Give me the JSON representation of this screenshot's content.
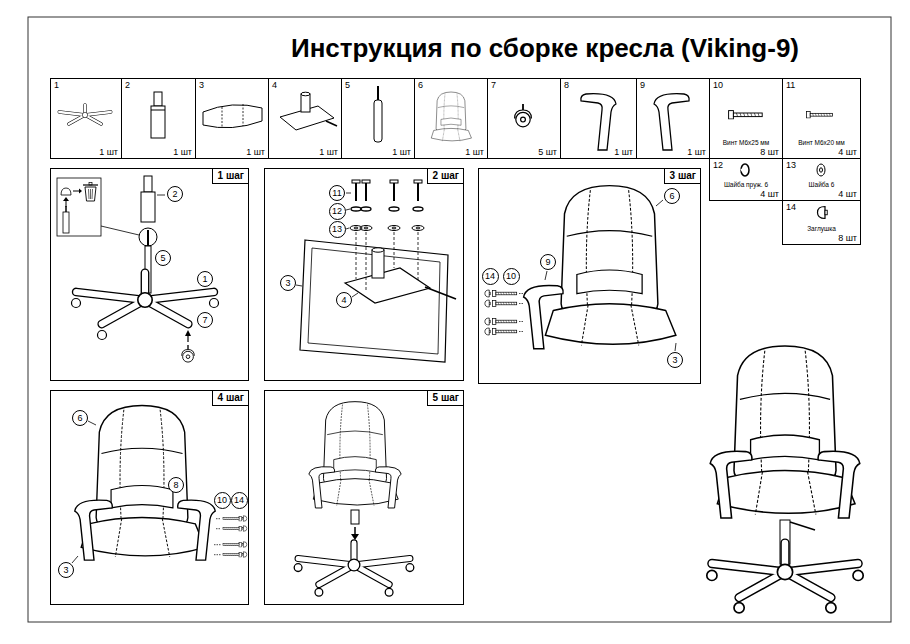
{
  "diagram": {
    "title": "Инструкция по сборке кресла (Viking-9)",
    "nodes": [
      {
        "text": [
          "1",
          "1 шт"
        ]
      },
      {
        "text": [
          "2",
          "1 шт"
        ]
      },
      {
        "text": [
          "3",
          "1 шт"
        ]
      },
      {
        "text": [
          "4",
          "1 шт"
        ]
      },
      {
        "text": [
          "5",
          "1 шт"
        ]
      },
      {
        "text": [
          "6",
          "1 шт"
        ]
      },
      {
        "text": [
          "7",
          "5 шт"
        ]
      },
      {
        "text": [
          "8",
          "1 шт"
        ]
      },
      {
        "text": [
          "9",
          "1 шт"
        ]
      },
      {
        "text": [
          "10",
          "Винт М6х25 мм",
          "8 шт"
        ]
      },
      {
        "text": [
          "11",
          "Винт М6х20 мм",
          "4 шт"
        ]
      },
      {
        "text": [
          "12",
          "Шайба пруж. 6",
          "4 шт"
        ]
      },
      {
        "text": [
          "13",
          "Шайба 6",
          "4 шт"
        ]
      },
      {
        "text": [
          "14",
          "Заглушка",
          "8 шт"
        ]
      },
      {
        "text": [
          "1 шаг"
        ]
      },
      {
        "text": [
          "2"
        ],
        "in": 14
      },
      {
        "text": [
          "5"
        ],
        "in": 14
      },
      {
        "text": [
          "1"
        ],
        "in": 14
      },
      {
        "text": [
          "7"
        ],
        "in": 14
      },
      {
        "text": [
          "2 шаг"
        ]
      },
      {
        "text": [
          "11"
        ],
        "in": 19
      },
      {
        "text": [
          "12"
        ],
        "in": 19
      },
      {
        "text": [
          "13"
        ],
        "in": 19
      },
      {
        "text": [
          "3"
        ],
        "in": 19
      },
      {
        "text": [
          "4"
        ],
        "in": 19
      },
      {
        "text": [
          "3 шаг"
        ]
      },
      {
        "text": [
          "6"
        ],
        "in": 25
      },
      {
        "text": [
          "9"
        ],
        "in": 25
      },
      {
        "text": [
          "14"
        ],
        "in": 25
      },
      {
        "text": [
          "10"
        ],
        "in": 25
      },
      {
        "text": [
          "3"
        ],
        "in": 25
      },
      {
        "text": [
          "4 шаг"
        ]
      },
      {
        "text": [
          "6"
        ],
        "in": 31
      },
      {
        "text": [
          "8"
        ],
        "in": 31
      },
      {
        "text": [
          "10"
        ],
        "in": 31
      },
      {
        "text": [
          "14"
        ],
        "in": 31
      },
      {
        "text": [
          "3"
        ],
        "in": 31
      },
      {
        "text": [
          "5 шаг"
        ]
      }
    ]
  }
}
